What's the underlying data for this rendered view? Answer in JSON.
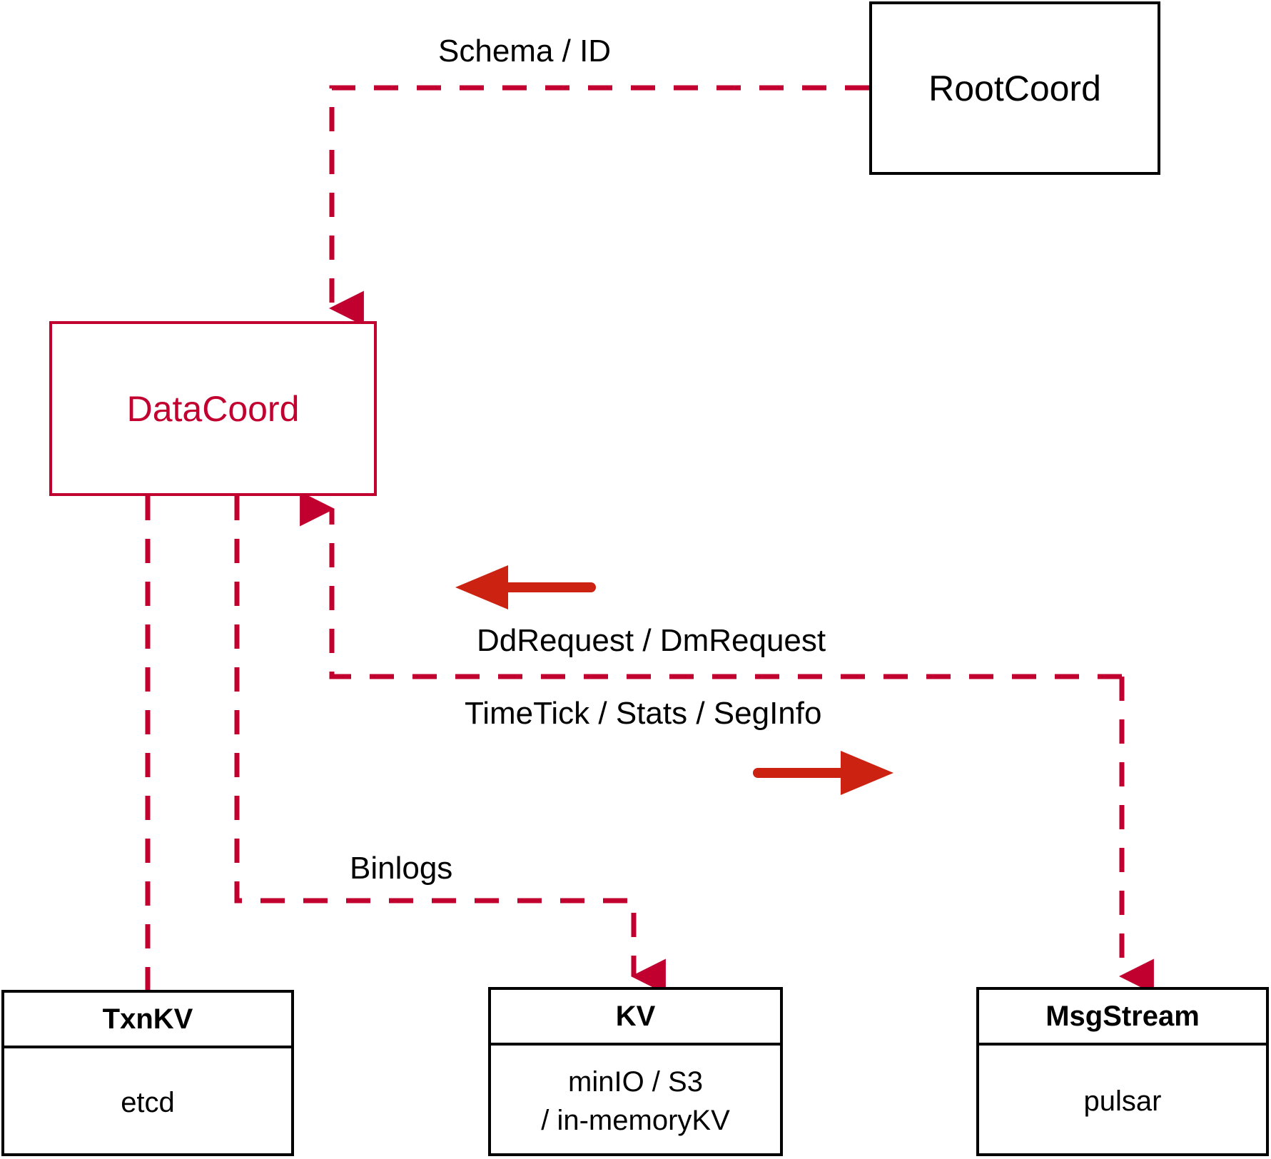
{
  "diagram": {
    "title_semantic": "DataCoord component interaction diagram",
    "colors": {
      "dashed_red": "#c2002f",
      "solid_arrow_red": "#cc2211",
      "node_black": "#000000",
      "datacoord_red": "#c2002f",
      "background": "#ffffff"
    },
    "nodes": {
      "root_coord": {
        "label": "RootCoord"
      },
      "data_coord": {
        "label": "DataCoord"
      },
      "txn_kv": {
        "title": "TxnKV",
        "body_lines": [
          "etcd"
        ]
      },
      "kv": {
        "title": "KV",
        "body_lines": [
          "minIO / S3",
          "/ in-memoryKV"
        ]
      },
      "msg_stream": {
        "title": "MsgStream",
        "body_lines": [
          "pulsar"
        ]
      }
    },
    "edge_labels": {
      "schema_id": "Schema / ID",
      "dd_dm_request": "DdRequest / DmRequest",
      "timetick_stats_seginfo": "TimeTick / Stats / SegInfo",
      "binlogs": "Binlogs"
    },
    "edges": [
      {
        "name": "rootcoord-to-datacoord",
        "from": "RootCoord",
        "to": "DataCoord",
        "label": "Schema / ID",
        "style": "dashed",
        "direction": "down"
      },
      {
        "name": "msgstream-to-datacoord",
        "from": "MsgStream",
        "to": "DataCoord",
        "label": "DdRequest / DmRequest",
        "style": "dashed",
        "direction": "left-up"
      },
      {
        "name": "datacoord-to-msgstream",
        "from": "DataCoord",
        "to": "MsgStream",
        "label": "TimeTick / Stats / SegInfo",
        "style": "dashed",
        "direction": "right-down"
      },
      {
        "name": "datacoord-to-kv",
        "from": "DataCoord",
        "to": "KV",
        "label": "Binlogs",
        "style": "dashed",
        "direction": "down"
      },
      {
        "name": "datacoord-to-txnkv",
        "from": "DataCoord",
        "to": "TxnKV",
        "label": "",
        "style": "dashed",
        "direction": "down"
      }
    ]
  }
}
